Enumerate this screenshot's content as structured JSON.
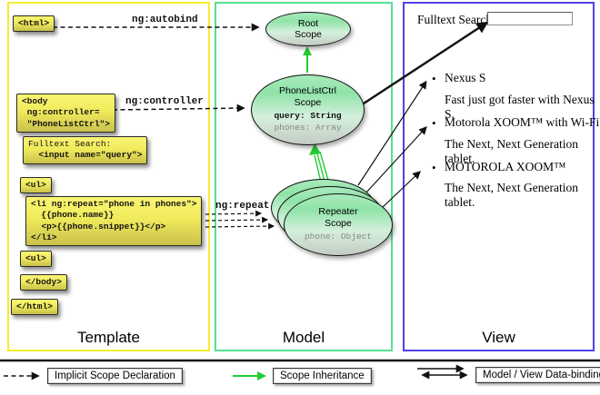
{
  "columns": {
    "template": {
      "label": "Template"
    },
    "model": {
      "label": "Model"
    },
    "view": {
      "label": "View"
    }
  },
  "template_code": {
    "html_open": "<html>",
    "body_open": "<body\n ng:controller=\n \"PhoneListCtrl\">",
    "fulltext_label": "Fulltext Search:",
    "fulltext_input": "  <input name=\"query\">",
    "ul_open": "<ul>",
    "li_repeat": "<li ng:repeat=\"phone in phones\">\n  {{phone.name}}\n  <p>{{phone.snippet}}</p>\n</li>",
    "ul_close": "<ul>",
    "body_close": "</body>",
    "html_close": "</html>"
  },
  "annotations": {
    "autobind": "ng:autobind",
    "controller": "ng:controller",
    "repeat": "ng:repeat"
  },
  "scopes": {
    "root": {
      "title": "Root\nScope"
    },
    "phonelist": {
      "title": "PhoneListCtrl\nScope",
      "prop_query": "query: String",
      "prop_phones": "phones: Array"
    },
    "repeater": {
      "title": "Repeater\nScope",
      "prop_phone": "phone: Object"
    }
  },
  "view": {
    "search_label": "Fulltext Search:",
    "search_value": "",
    "bullet": "•",
    "items": [
      {
        "title": "Nexus S",
        "snippet": "Fast just got faster with Nexus S."
      },
      {
        "title": "Motorola XOOM™ with Wi-Fi",
        "snippet": "The Next, Next Generation tablet."
      },
      {
        "title": "MOTOROLA XOOM™",
        "snippet": "The Next, Next Generation tablet."
      }
    ]
  },
  "legend": {
    "implicit": "Implicit Scope Declaration",
    "inheritance": "Scope Inheritance",
    "databinding": "Model / View Data-binding"
  },
  "colors": {
    "template_border": "#f5ef2e",
    "model_border": "#55e095",
    "view_border": "#5240e6",
    "inheritance_green": "#22cc33",
    "arrow_black": "#111111"
  }
}
